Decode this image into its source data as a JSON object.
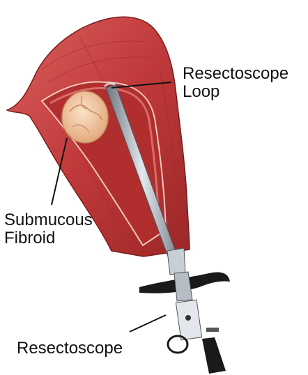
{
  "labels": {
    "resectoscope_loop_line1": "Resectoscope",
    "resectoscope_loop_line2": "Loop",
    "submucous_fibroid_line1": "Submucous",
    "submucous_fibroid_line2": "Fibroid",
    "resectoscope": "Resectoscope"
  },
  "colors": {
    "tissue_dark": "#8e1e1e",
    "tissue_mid": "#c0393a",
    "tissue_light": "#d9605c",
    "cavity": "#b12e2f",
    "fibroid": "#f0c9a6",
    "instrument_metal": "#9aa3ad",
    "handle": "#1a1a1a"
  }
}
